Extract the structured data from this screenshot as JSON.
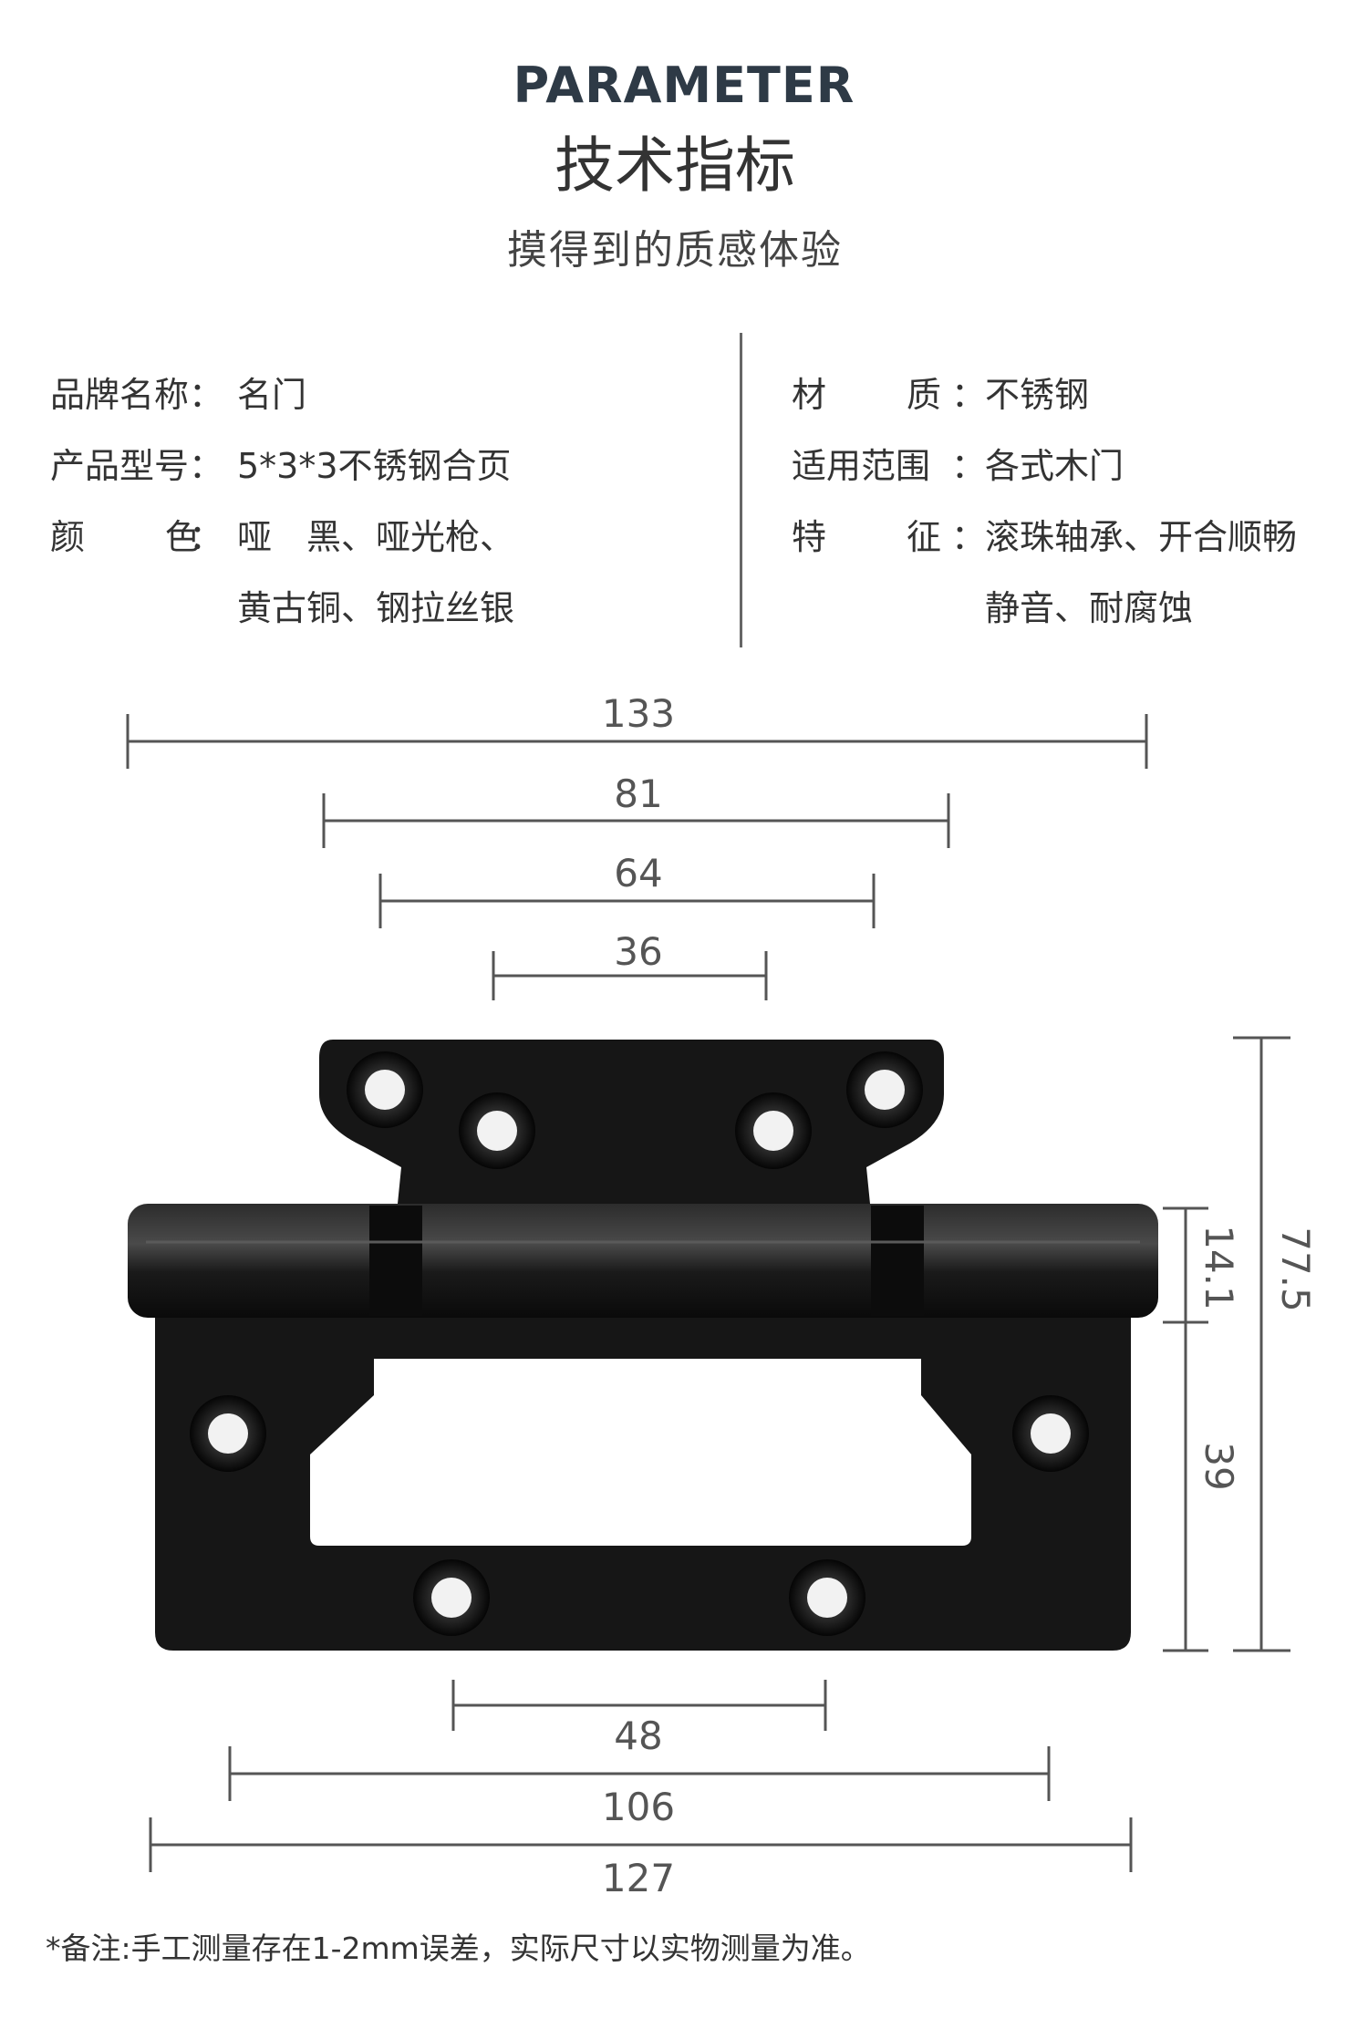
{
  "header": {
    "title_en": "PARAMETER",
    "title_cn": "技术指标",
    "subtitle": "摸得到的质感体验"
  },
  "specs_left": [
    {
      "label": "品牌名称",
      "value": "名门"
    },
    {
      "label": "产品型号",
      "value": "5*3*3不锈钢合页"
    },
    {
      "label": "颜色",
      "value": "哑　黑、哑光枪、",
      "value2": "黄古铜、钢拉丝银"
    }
  ],
  "specs_right": [
    {
      "label": "材质",
      "value": "不锈钢"
    },
    {
      "label": "适用范围",
      "value": "各式木门"
    },
    {
      "label": "特征",
      "value": "滚珠轴承、开合顺畅",
      "value2": "静音、耐腐蚀"
    }
  ],
  "colon": "：",
  "dimensions": {
    "top": [
      "133",
      "81",
      "64",
      "36"
    ],
    "bottom": [
      "48",
      "106",
      "127"
    ],
    "right": [
      "14.1",
      "39",
      "77.5"
    ]
  },
  "product_colors": {
    "body": "#161616",
    "highlight": "#3a3a3a",
    "hole": "#f2f2f2",
    "line": "#555555"
  },
  "footnote": "*备注:手工测量存在1-2mm误差，实际尺寸以实物测量为准。"
}
